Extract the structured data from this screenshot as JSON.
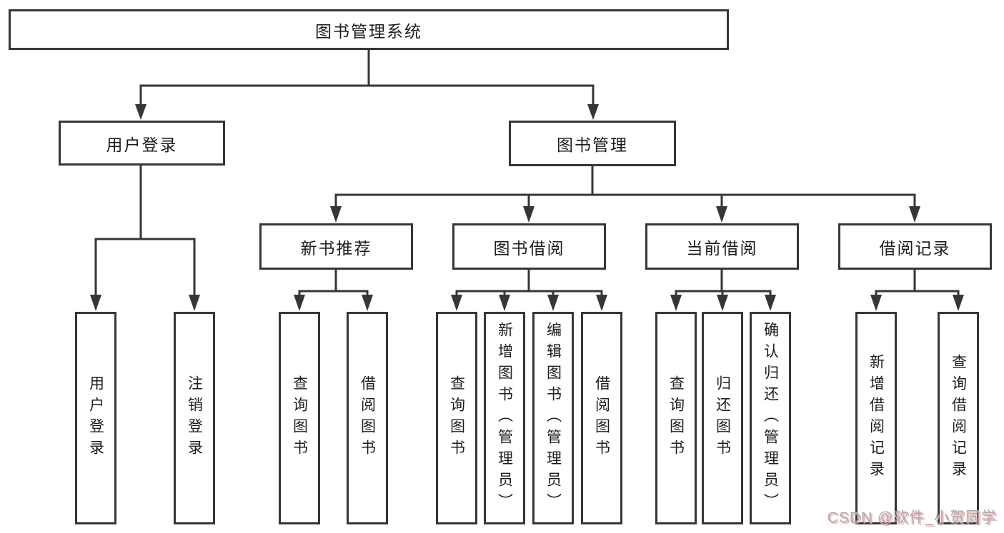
{
  "diagram": {
    "root": {
      "label": "图书管理系统"
    },
    "level2": [
      {
        "label": "用户登录"
      },
      {
        "label": "图书管理"
      }
    ],
    "level3": [
      {
        "label": "新书推荐"
      },
      {
        "label": "图书借阅"
      },
      {
        "label": "当前借阅"
      },
      {
        "label": "借阅记录"
      }
    ],
    "leaves": {
      "user_login": [
        "用户登录",
        "注销登录"
      ],
      "new_book": [
        "查询图书",
        "借阅图书"
      ],
      "book_borrow": [
        "查询图书",
        "新增图书（管理员）",
        "编辑图书（管理员）",
        "借阅图书"
      ],
      "current_borrow": [
        "查询图书",
        "归还图书",
        "确认归还（管理员）"
      ],
      "borrow_record": [
        "新增借阅记录",
        "查询借阅记录"
      ]
    }
  },
  "watermark": {
    "text": "CSDN @软件_小贺同学"
  },
  "colors": {
    "line": "#363636",
    "box_border": "#363636",
    "text": "#1d1d1d",
    "background": "#ffffff",
    "watermark_text": "#ababab",
    "watermark_shadow": "#eda7a7"
  }
}
